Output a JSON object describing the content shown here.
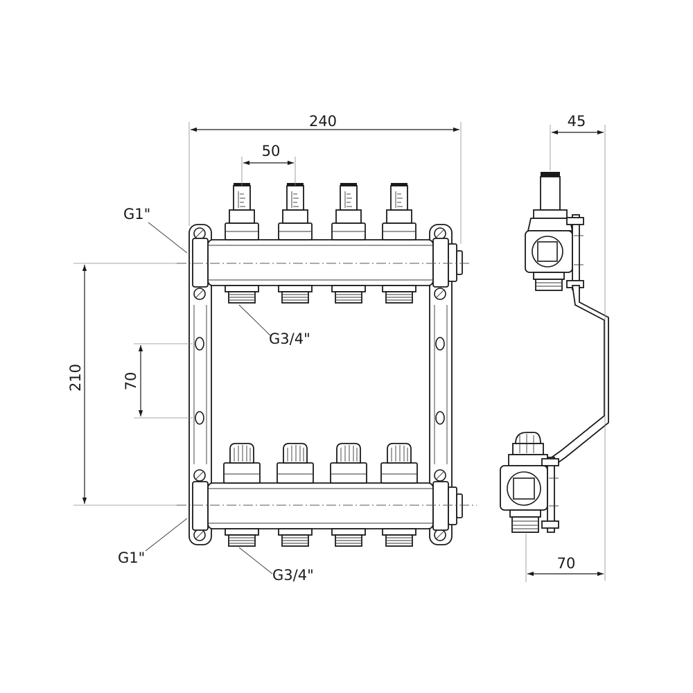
{
  "dimensions": {
    "overall_width": "240",
    "outlet_pitch": "50",
    "side_depth": "45",
    "side_width": "70",
    "center_distance": "210",
    "bracket_holes": "70"
  },
  "connections": {
    "supply_inlet": "G1\"",
    "return_inlet": "G1\"",
    "supply_outlets": "G3/4\"",
    "return_outlets": "G3/4\""
  },
  "circuits": 4
}
